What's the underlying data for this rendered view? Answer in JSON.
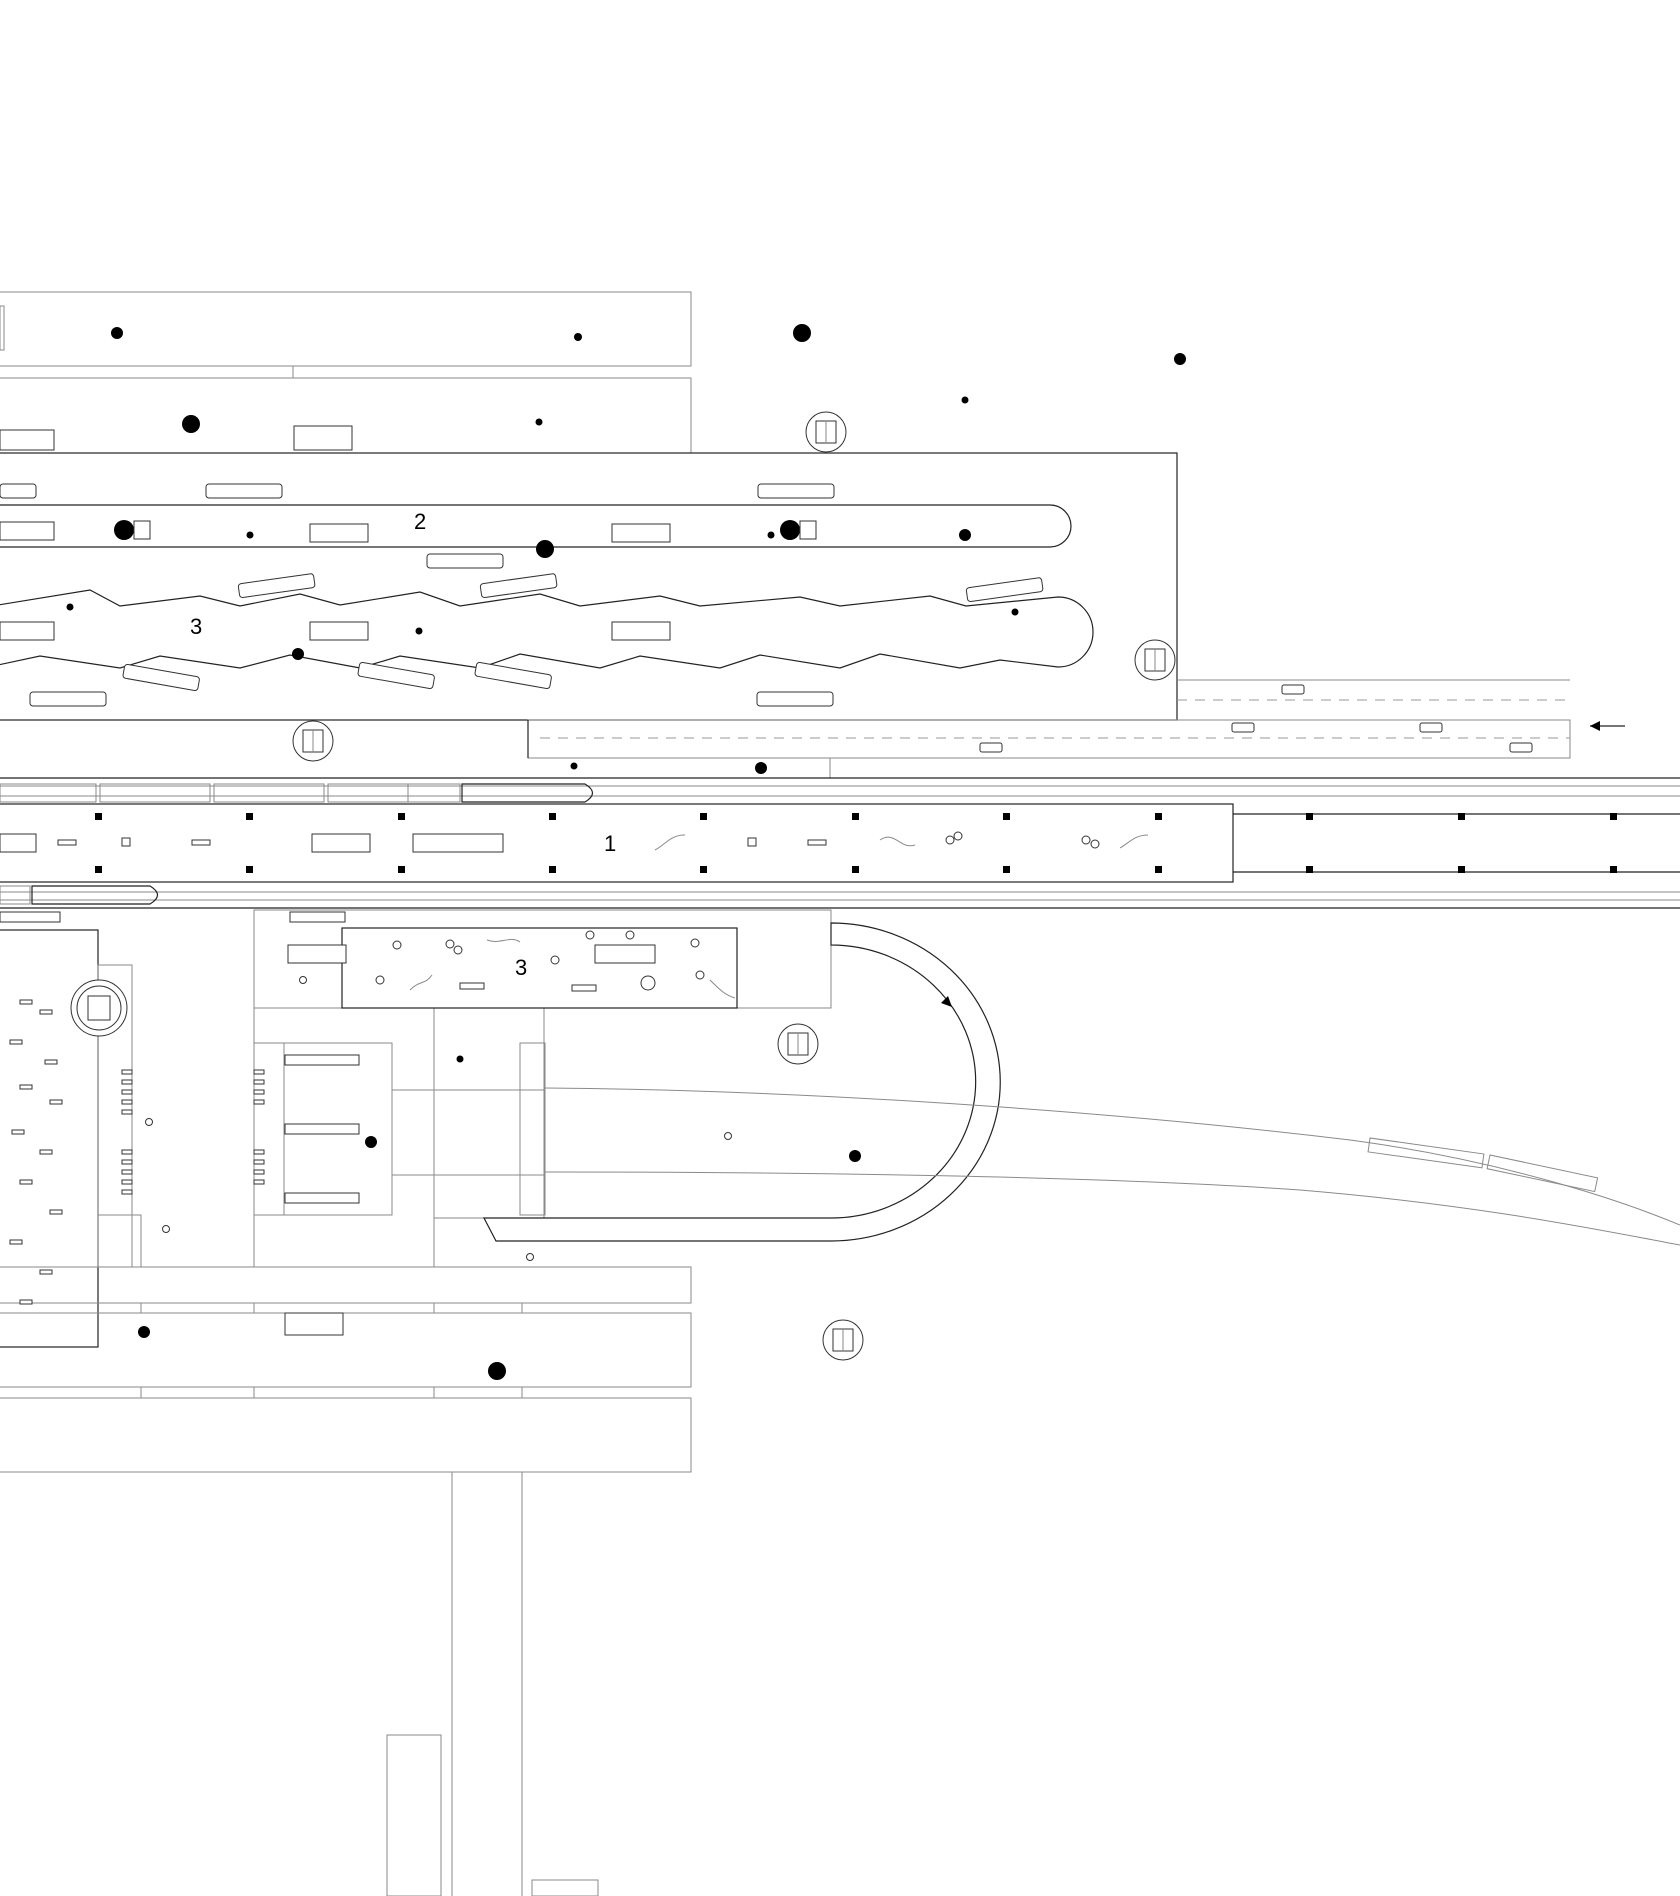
{
  "drawing": {
    "labels": {
      "zone_1": "1",
      "zone_2": "2",
      "zone_3_upper": "3",
      "zone_3_lower": "3"
    },
    "colors": {
      "background": "#ffffff",
      "primary_line": "#222222",
      "secondary_line": "#8a8a8a",
      "fill": "#000000"
    },
    "icons": [
      "stair-core-icon",
      "escalator-icon",
      "tree-dot-icon",
      "vehicle-icon",
      "direction-arrow-icon",
      "wheel-icon"
    ]
  }
}
